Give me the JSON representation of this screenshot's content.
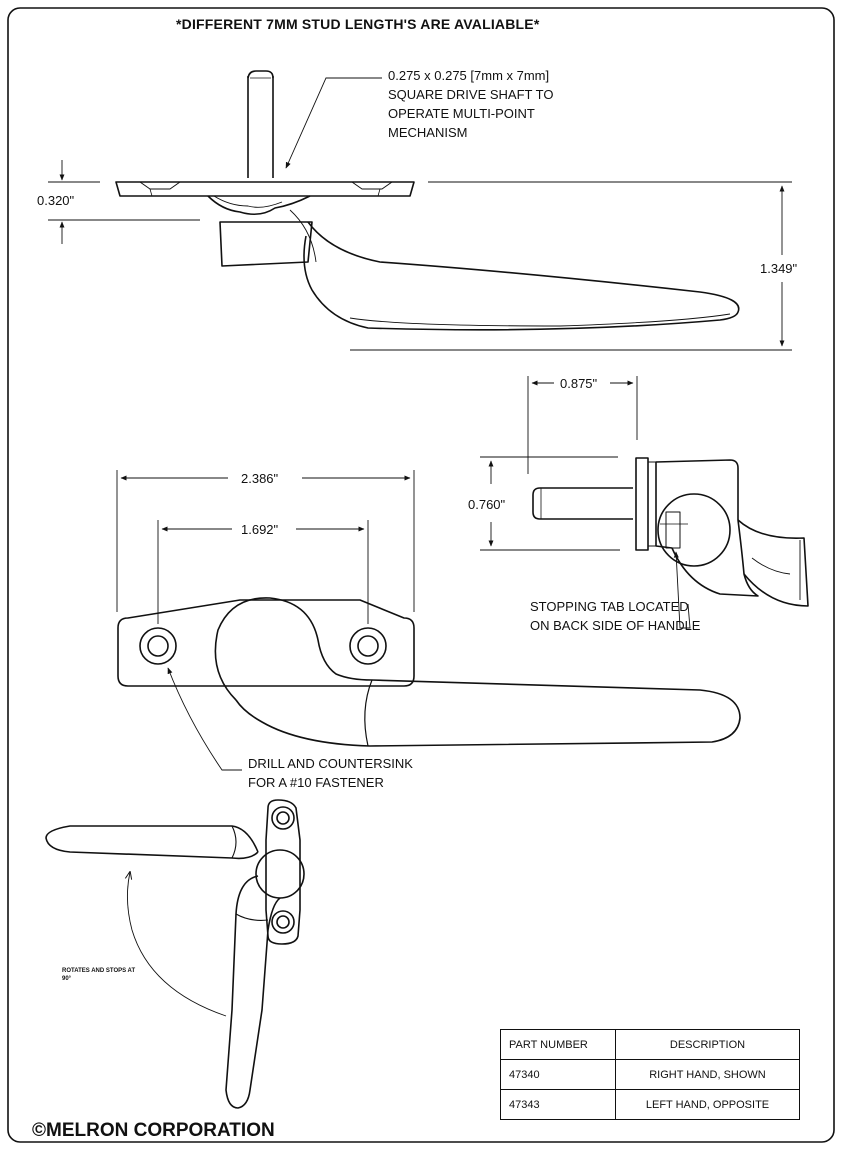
{
  "header_note": "*DIFFERENT 7MM STUD LENGTH'S ARE AVALIABLE*",
  "shaft_callout": [
    "0.275 x 0.275 [7mm x 7mm]",
    "SQUARE DRIVE SHAFT TO",
    "OPERATE MULTI-POINT",
    "MECHANISM"
  ],
  "dimensions": {
    "plate_thickness": "0.320\"",
    "overall_height": "1.349\"",
    "shaft_length": "0.875\"",
    "side_height": "0.760\"",
    "base_length": "2.386\"",
    "hole_spacing": "1.692\""
  },
  "stop_tab_callout": [
    "STOPPING TAB LOCATED",
    "ON BACK SIDE OF HANDLE"
  ],
  "drill_callout": [
    "DRILL AND COUNTERSINK",
    "FOR A #10 FASTENER"
  ],
  "rotation_note": [
    "ROTATES AND STOPS AT",
    "90°"
  ],
  "parts_table": {
    "headers": [
      "PART NUMBER",
      "DESCRIPTION"
    ],
    "rows": [
      {
        "part": "47340",
        "description": "RIGHT HAND, SHOWN"
      },
      {
        "part": "47343",
        "description": "LEFT HAND, OPPOSITE"
      }
    ]
  },
  "copyright": "©MELRON CORPORATION"
}
